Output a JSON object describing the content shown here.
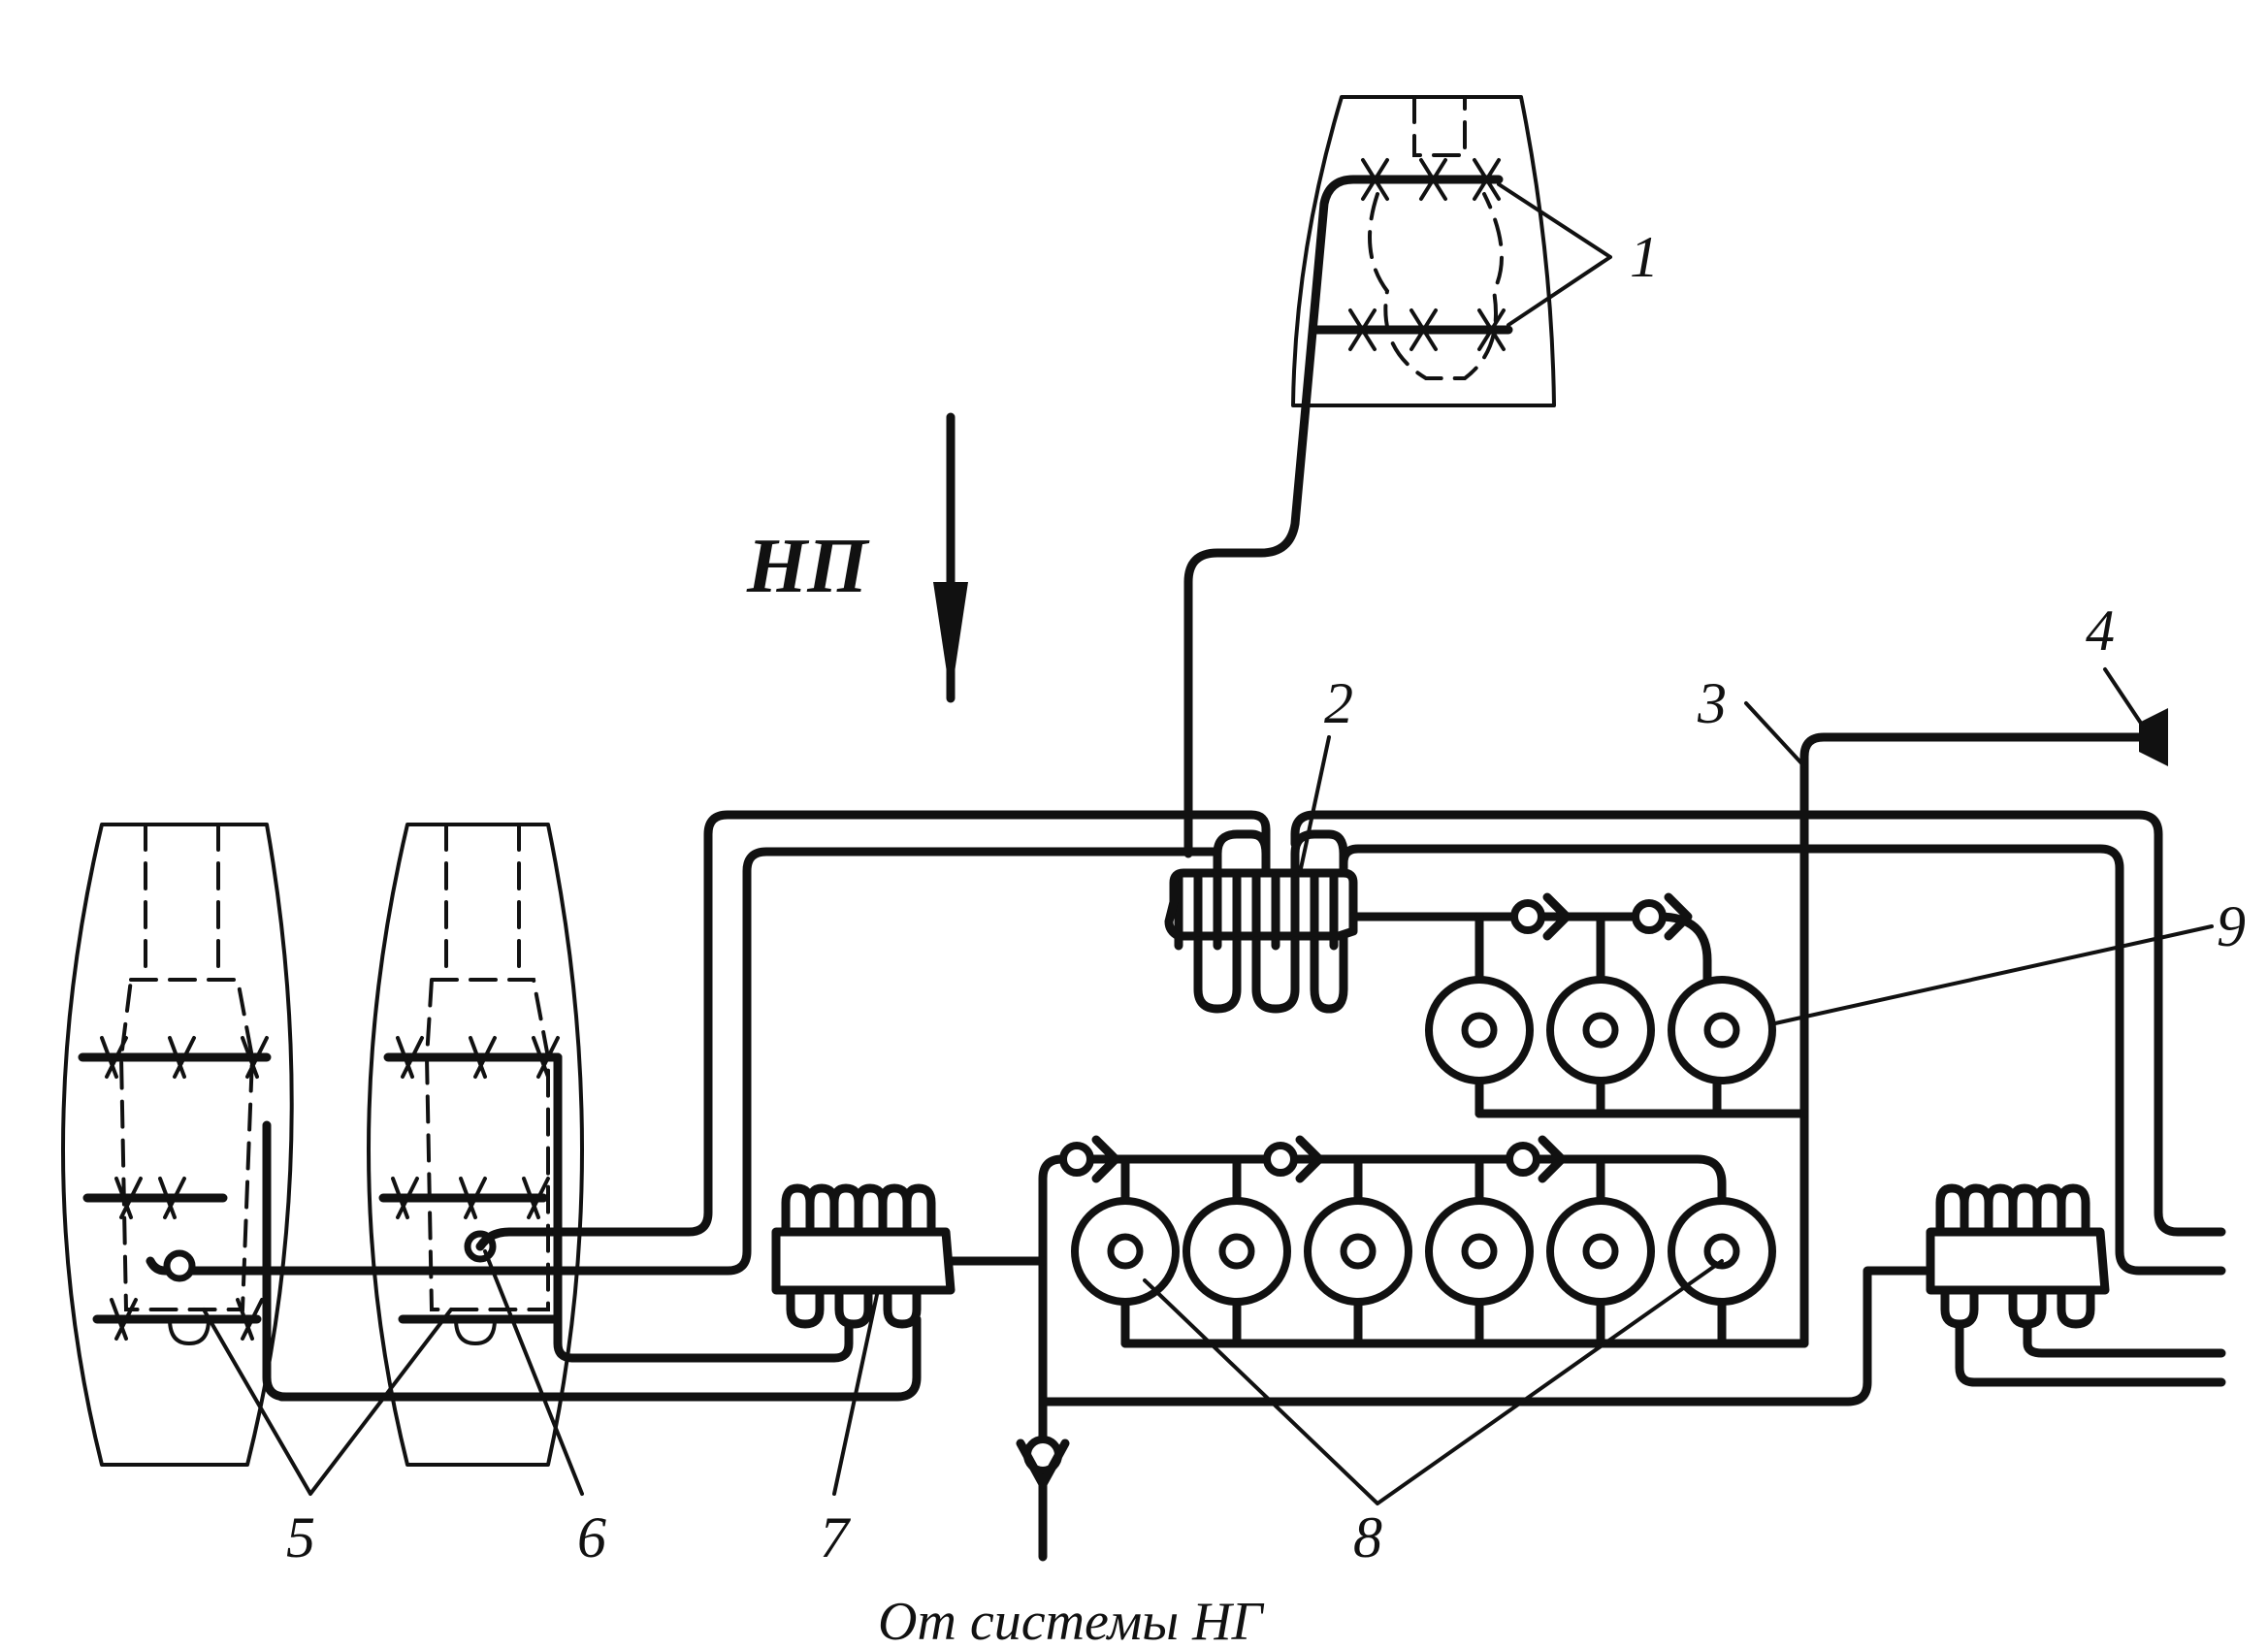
{
  "diagram": {
    "flow_label": "НП",
    "caption": "От системы НГ",
    "callouts": {
      "c1": "1",
      "c2": "2",
      "c3": "3",
      "c4": "4",
      "c5": "5",
      "c6": "6",
      "c7": "7",
      "c8": "8",
      "c9": "9"
    }
  }
}
